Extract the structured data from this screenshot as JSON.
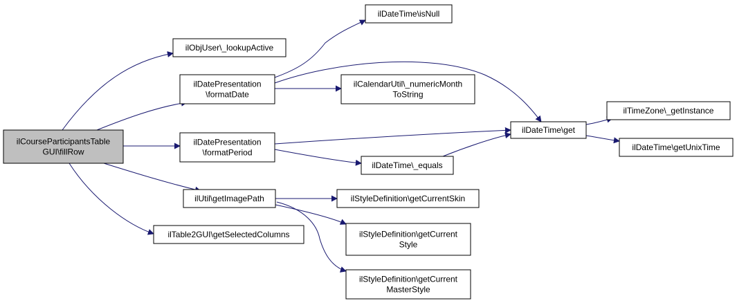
{
  "colors": {
    "edge": "#191970",
    "node_fill": "#ffffff",
    "root_fill": "#bfbfbf",
    "border": "#000000"
  },
  "nodes": {
    "root": [
      "ilCourseParticipantsTable",
      "GUI\\fillRow"
    ],
    "lookupActive": [
      "ilObjUser\\_lookupActive"
    ],
    "formatDate": [
      "ilDatePresentation",
      "\\formatDate"
    ],
    "formatPeriod": [
      "ilDatePresentation",
      "\\formatPeriod"
    ],
    "getImagePath": [
      "ilUtil\\getImagePath"
    ],
    "getSelectedColumns": [
      "ilTable2GUI\\getSelectedColumns"
    ],
    "isNull": [
      "ilDateTime\\isNull"
    ],
    "numericMonth": [
      "ilCalendarUtil\\_numericMonth",
      "ToString"
    ],
    "dtGet": [
      "ilDateTime\\get"
    ],
    "dtEquals": [
      "ilDateTime\\_equals"
    ],
    "getCurrentSkin": [
      "ilStyleDefinition\\getCurrentSkin"
    ],
    "getCurrentStyle": [
      "ilStyleDefinition\\getCurrent",
      "Style"
    ],
    "getCurrentMasterStyle": [
      "ilStyleDefinition\\getCurrent",
      "MasterStyle"
    ],
    "tzGetInstance": [
      "ilTimeZone\\_getInstance"
    ],
    "getUnixTime": [
      "ilDateTime\\getUnixTime"
    ]
  }
}
